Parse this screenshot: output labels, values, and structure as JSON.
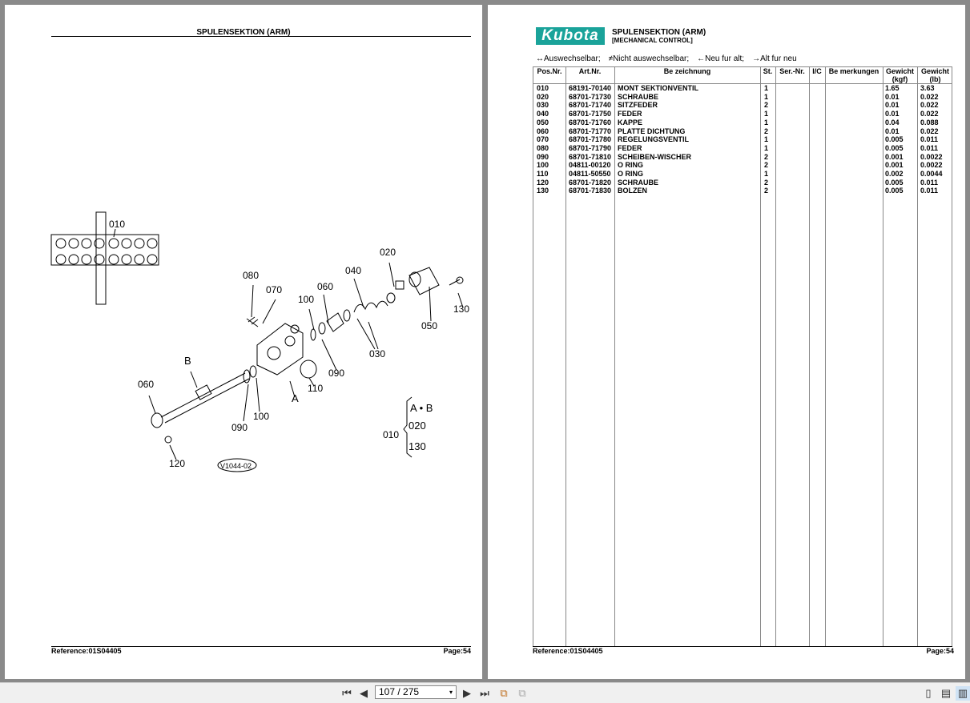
{
  "left_page": {
    "title": "SPULENSEKTION (ARM)",
    "footer_ref": "Reference:01S04405",
    "footer_page": "Page:54",
    "callouts": [
      "010",
      "020",
      "030",
      "040",
      "050",
      "060",
      "070",
      "080",
      "090",
      "100",
      "110",
      "120",
      "130",
      "B",
      "A"
    ],
    "inset": {
      "label": "010",
      "line1": "A • B",
      "line2": "020",
      "line3": "130"
    },
    "figure_code": "V1044-02"
  },
  "right_page": {
    "logo": "Kubota",
    "title": "SPULENSEKTION (ARM)",
    "subtitle": "[MECHANICAL CONTROL]",
    "legend": [
      "↔Auswechselbar;",
      "≠Nicht auswechselbar;",
      "←Neu fur alt;",
      "→Alt fur neu"
    ],
    "columns": [
      "Pos.Nr.",
      "Art.Nr.",
      "Be zeichnung",
      "St.",
      "Ser.-Nr.",
      "I/C",
      "Be merkungen",
      "Gewicht (kgf)",
      "Gewicht (lb)"
    ],
    "rows": [
      {
        "pos": "010",
        "art": "68191-70140",
        "name": "MONT SEKTIONVENTIL",
        "qty": "1",
        "kgf": "1.65",
        "lb": "3.63"
      },
      {
        "pos": "020",
        "art": "68701-71730",
        "name": "SCHRAUBE",
        "qty": "1",
        "kgf": "0.01",
        "lb": "0.022"
      },
      {
        "pos": "030",
        "art": "68701-71740",
        "name": "SITZFEDER",
        "qty": "2",
        "kgf": "0.01",
        "lb": "0.022"
      },
      {
        "pos": "040",
        "art": "68701-71750",
        "name": "FEDER",
        "qty": "1",
        "kgf": "0.01",
        "lb": "0.022"
      },
      {
        "pos": "050",
        "art": "68701-71760",
        "name": "KAPPE",
        "qty": "1",
        "kgf": "0.04",
        "lb": "0.088"
      },
      {
        "pos": "060",
        "art": "68701-71770",
        "name": "PLATTE DICHTUNG",
        "qty": "2",
        "kgf": "0.01",
        "lb": "0.022"
      },
      {
        "pos": "070",
        "art": "68701-71780",
        "name": "REGELUNGSVENTIL",
        "qty": "1",
        "kgf": "0.005",
        "lb": "0.011"
      },
      {
        "pos": "080",
        "art": "68701-71790",
        "name": "FEDER",
        "qty": "1",
        "kgf": "0.005",
        "lb": "0.011"
      },
      {
        "pos": "090",
        "art": "68701-71810",
        "name": "SCHEIBEN-WISCHER",
        "qty": "2",
        "kgf": "0.001",
        "lb": "0.0022"
      },
      {
        "pos": "100",
        "art": "04811-00120",
        "name": "O RING",
        "qty": "2",
        "kgf": "0.001",
        "lb": "0.0022"
      },
      {
        "pos": "110",
        "art": "04811-50550",
        "name": "O RING",
        "qty": "1",
        "kgf": "0.002",
        "lb": "0.0044"
      },
      {
        "pos": "120",
        "art": "68701-71820",
        "name": "SCHRAUBE",
        "qty": "2",
        "kgf": "0.005",
        "lb": "0.011"
      },
      {
        "pos": "130",
        "art": "68701-71830",
        "name": "BOLZEN",
        "qty": "2",
        "kgf": "0.005",
        "lb": "0.011"
      }
    ],
    "footer_ref": "Reference:01S04405",
    "footer_page": "Page:54"
  },
  "toolbar": {
    "page_indicator": "107 / 275",
    "icons": [
      "first-page-icon",
      "prev-page-icon",
      "next-page-icon",
      "last-page-icon",
      "rotate-icon",
      "fit-icon",
      "single-page-icon",
      "continuous-icon",
      "two-page-icon"
    ]
  }
}
